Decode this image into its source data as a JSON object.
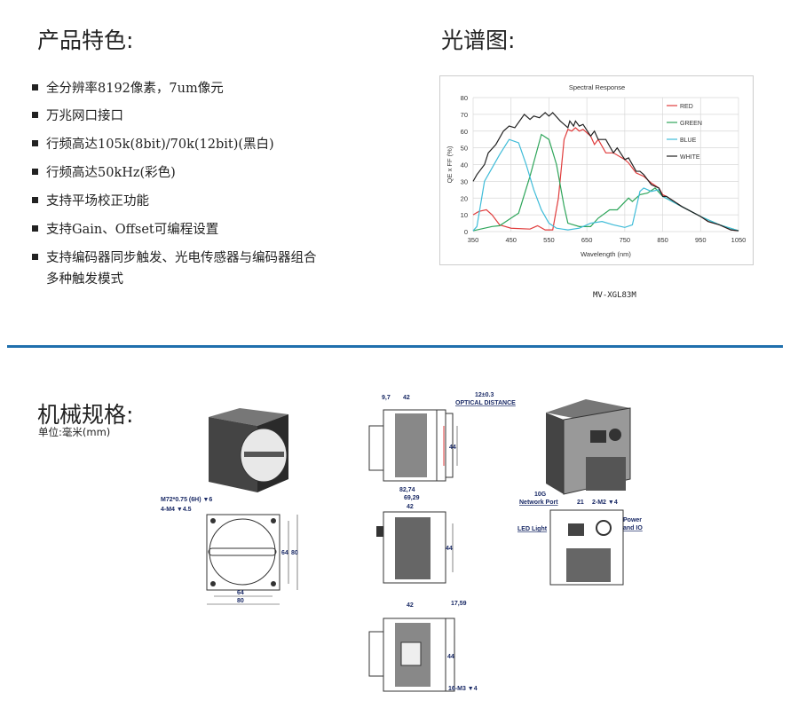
{
  "features": {
    "title": "产品特色:",
    "items": [
      "全分辨率8192像素，7um像元",
      "万兆网口接口",
      "行频高达105k(8bit)/70k(12bit)(黑白)",
      "行频高达50kHz(彩色)",
      "支持平场校正功能",
      "支持Gain、Offset可编程设置",
      "支持编码器同步触发、光电传感器与编码器组合",
      "多种触发模式"
    ]
  },
  "spectrum": {
    "title": "光谱图:",
    "caption": "MV-XGL83M"
  },
  "mechanical": {
    "title": "机械规格:",
    "unit": "单位:毫米(mm)",
    "front_labels": {
      "thread": "M72*0.75 (6H) ▼6",
      "holes": "4-M4 ▼4.5",
      "w_inner": "64",
      "w_outer": "80",
      "h_inner": "64",
      "h_outer": "80"
    },
    "side_labels": {
      "d1": "9,7",
      "d2": "42",
      "optical": "12±0.3",
      "optical_label": "OPTICAL DISTANCE",
      "h": "44"
    },
    "top_labels": {
      "d1": "82,74",
      "d2": "69,29",
      "d3": "42",
      "h": "44"
    },
    "bottom_labels": {
      "d1": "42",
      "d2": "17,59",
      "h": "44",
      "holes": "16-M3 ▼4"
    },
    "rear_labels": {
      "net1": "10G",
      "net2": "Network Port",
      "d": "21",
      "holes": "2-M2 ▼4",
      "led": "LED Light",
      "pwr1": "Power",
      "pwr2": "and IO"
    }
  },
  "chart_data": {
    "type": "line",
    "title": "Spectral Response",
    "xlabel": "Wavelength (nm)",
    "ylabel": "QE x FF (%)",
    "xlim": [
      350,
      1050
    ],
    "ylim": [
      0,
      80
    ],
    "grid": true,
    "legend": "top-right",
    "xticks": [
      350,
      450,
      550,
      650,
      750,
      850,
      950,
      1050
    ],
    "yticks": [
      0,
      10,
      20,
      30,
      40,
      50,
      60,
      70,
      80
    ],
    "series": [
      {
        "name": "RED",
        "color": "#e03c3c",
        "points": [
          [
            350,
            10
          ],
          [
            365,
            12
          ],
          [
            385,
            13
          ],
          [
            400,
            10
          ],
          [
            420,
            4
          ],
          [
            450,
            2
          ],
          [
            500,
            1.5
          ],
          [
            520,
            3.5
          ],
          [
            540,
            1
          ],
          [
            560,
            1
          ],
          [
            575,
            20
          ],
          [
            590,
            55
          ],
          [
            600,
            61
          ],
          [
            610,
            60
          ],
          [
            620,
            62
          ],
          [
            630,
            60
          ],
          [
            640,
            61
          ],
          [
            660,
            57
          ],
          [
            670,
            52
          ],
          [
            680,
            55
          ],
          [
            700,
            47
          ],
          [
            720,
            47
          ],
          [
            750,
            43
          ],
          [
            760,
            41
          ],
          [
            780,
            35
          ],
          [
            800,
            33
          ],
          [
            820,
            29
          ],
          [
            840,
            26
          ],
          [
            850,
            22
          ],
          [
            860,
            21
          ],
          [
            880,
            18
          ],
          [
            900,
            15
          ],
          [
            950,
            9
          ],
          [
            970,
            6
          ],
          [
            1000,
            4
          ],
          [
            1030,
            1
          ],
          [
            1050,
            0.5
          ]
        ]
      },
      {
        "name": "GREEN",
        "color": "#2ea55a",
        "points": [
          [
            350,
            0.5
          ],
          [
            400,
            3
          ],
          [
            420,
            3.5
          ],
          [
            450,
            8
          ],
          [
            470,
            11
          ],
          [
            500,
            33
          ],
          [
            530,
            58
          ],
          [
            550,
            55
          ],
          [
            570,
            40
          ],
          [
            590,
            15
          ],
          [
            600,
            5
          ],
          [
            630,
            3
          ],
          [
            660,
            3
          ],
          [
            680,
            8
          ],
          [
            710,
            13
          ],
          [
            730,
            13
          ],
          [
            760,
            20
          ],
          [
            770,
            18
          ],
          [
            790,
            22
          ],
          [
            810,
            23
          ],
          [
            830,
            26
          ],
          [
            850,
            21
          ],
          [
            900,
            15
          ],
          [
            950,
            9
          ],
          [
            1000,
            4
          ],
          [
            1050,
            0.5
          ]
        ]
      },
      {
        "name": "BLUE",
        "color": "#3fbcd8",
        "points": [
          [
            350,
            0.5
          ],
          [
            360,
            3
          ],
          [
            380,
            30
          ],
          [
            400,
            38
          ],
          [
            420,
            46
          ],
          [
            445,
            55
          ],
          [
            470,
            53
          ],
          [
            490,
            40
          ],
          [
            510,
            25
          ],
          [
            530,
            13
          ],
          [
            550,
            5
          ],
          [
            570,
            2
          ],
          [
            600,
            1
          ],
          [
            630,
            2
          ],
          [
            660,
            5
          ],
          [
            690,
            6
          ],
          [
            720,
            4
          ],
          [
            750,
            2.5
          ],
          [
            770,
            4
          ],
          [
            790,
            24
          ],
          [
            800,
            26
          ],
          [
            820,
            24
          ],
          [
            840,
            25
          ],
          [
            850,
            21
          ],
          [
            900,
            15
          ],
          [
            950,
            9
          ],
          [
            1000,
            4
          ],
          [
            1050,
            0.5
          ]
        ]
      },
      {
        "name": "WHITE",
        "color": "#222222",
        "points": [
          [
            350,
            30
          ],
          [
            360,
            34
          ],
          [
            380,
            40
          ],
          [
            390,
            47
          ],
          [
            410,
            52
          ],
          [
            430,
            60
          ],
          [
            445,
            63
          ],
          [
            460,
            62
          ],
          [
            485,
            70
          ],
          [
            500,
            67
          ],
          [
            510,
            69
          ],
          [
            525,
            68
          ],
          [
            540,
            71
          ],
          [
            550,
            69
          ],
          [
            560,
            71
          ],
          [
            580,
            66
          ],
          [
            600,
            62
          ],
          [
            605,
            66
          ],
          [
            615,
            63
          ],
          [
            620,
            66
          ],
          [
            630,
            63
          ],
          [
            640,
            64
          ],
          [
            660,
            57
          ],
          [
            670,
            60
          ],
          [
            680,
            55
          ],
          [
            700,
            55
          ],
          [
            720,
            47
          ],
          [
            730,
            50
          ],
          [
            750,
            43
          ],
          [
            760,
            44
          ],
          [
            780,
            36
          ],
          [
            790,
            36
          ],
          [
            800,
            34
          ],
          [
            820,
            28
          ],
          [
            840,
            26
          ],
          [
            850,
            21
          ],
          [
            860,
            21
          ],
          [
            880,
            18
          ],
          [
            900,
            15
          ],
          [
            950,
            9
          ],
          [
            970,
            6
          ],
          [
            1000,
            4
          ],
          [
            1030,
            1
          ],
          [
            1050,
            0.5
          ]
        ]
      }
    ]
  }
}
